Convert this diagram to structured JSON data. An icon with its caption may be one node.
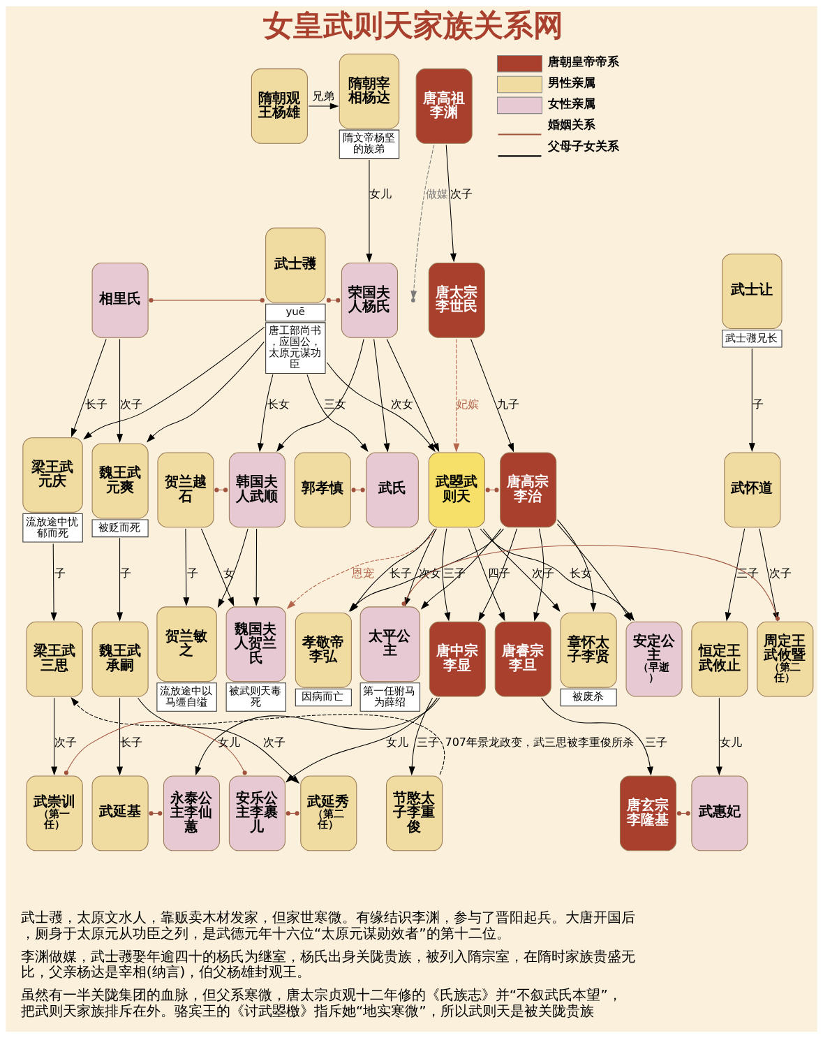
{
  "diagram": {
    "title": "女皇武则天家族关系网",
    "nodes": [
      {
        "text": [
          "隋朝观王杨雄"
        ]
      },
      {
        "text": [
          "隋朝宰相杨达"
        ],
        "beside": [
          "隋文帝杨坚的族弟"
        ]
      },
      {
        "text": [
          "唐高祖李渊"
        ]
      },
      {
        "text": [
          "相里氏"
        ]
      },
      {
        "text": [
          "武士彟"
        ],
        "beside": [
          "yuē",
          "唐工部尚书，应国公，太原元谋功臣"
        ]
      },
      {
        "text": [
          "荣国夫人杨氏"
        ]
      },
      {
        "text": [
          "唐太宗李世民"
        ]
      },
      {
        "text": [
          "武士让"
        ],
        "beside": [
          "武士彟兄长"
        ]
      },
      {
        "text": [
          "梁王武元庆"
        ],
        "beside": [
          "流放途中忧郁而死"
        ]
      },
      {
        "text": [
          "魏王武元爽"
        ],
        "beside": [
          "被贬而死"
        ]
      },
      {
        "text": [
          "贺兰越石"
        ]
      },
      {
        "text": [
          "韩国夫人武顺"
        ]
      },
      {
        "text": [
          "郭孝慎"
        ]
      },
      {
        "text": [
          "武氏"
        ]
      },
      {
        "text": [
          "武曌武则天"
        ]
      },
      {
        "text": [
          "唐高宗李治"
        ]
      },
      {
        "text": [
          "武怀道"
        ]
      },
      {
        "text": [
          "梁王武三思"
        ]
      },
      {
        "text": [
          "魏王武承嗣"
        ]
      },
      {
        "text": [
          "贺兰敏之"
        ],
        "beside": [
          "流放途中以马缰自缢"
        ]
      },
      {
        "text": [
          "魏国夫人贺兰氏"
        ],
        "beside": [
          "被武则天毒死"
        ]
      },
      {
        "text": [
          "孝敬帝李弘"
        ],
        "beside": [
          "因病而亡"
        ]
      },
      {
        "text": [
          "章怀太子李贤"
        ],
        "beside": [
          "被废杀"
        ]
      },
      {
        "text": [
          "唐中宗李显"
        ]
      },
      {
        "text": [
          "唐睿宗李旦"
        ]
      },
      {
        "text": [
          "安定公主",
          "（早逝）"
        ]
      },
      {
        "text": [
          "太平公主"
        ],
        "beside": [
          "第一任驸马为薛绍"
        ]
      },
      {
        "text": [
          "周定王武攸暨",
          "（第二任）"
        ]
      },
      {
        "text": [
          "恒定王武攸止"
        ]
      },
      {
        "text": [
          "武延基"
        ]
      },
      {
        "text": [
          "永泰公主李仙蕙"
        ]
      },
      {
        "text": [
          "武崇训",
          "（第一任）"
        ]
      },
      {
        "text": [
          "安乐公主李裹儿"
        ]
      },
      {
        "text": [
          "武延秀",
          "（第二任）"
        ]
      },
      {
        "text": [
          "节愍太子李重俊"
        ]
      },
      {
        "text": [
          "唐玄宗李隆基"
        ]
      },
      {
        "text": [
          "武惠妃"
        ]
      }
    ],
    "edges": [
      {
        "from": 0,
        "to": 1,
        "arrow": "to",
        "label": "兄弟"
      },
      {
        "from": 1,
        "to": 5,
        "arrow": "to",
        "label": "女儿"
      },
      {
        "from": 2,
        "to": 6,
        "arrow": "to",
        "label": "次子"
      },
      {
        "from": 3,
        "to": 4,
        "arrow": "other",
        "color": "#a0523d"
      },
      {
        "from": 4,
        "to": 5,
        "arrow": "other",
        "color": "#a0523d"
      },
      {
        "from": 2,
        "to": null,
        "arrow": "to",
        "style": "dashed",
        "color": "#7a7a7a",
        "label": "做媒"
      },
      {
        "from": 6,
        "to": 14,
        "arrow": "to",
        "style": "dashed",
        "color": "#b5654a",
        "label": "妃嫔"
      },
      {
        "from": 6,
        "to": 15,
        "arrow": "to",
        "label": "九子"
      },
      {
        "from": 3,
        "to": 8,
        "arrow": "to",
        "label": "长子"
      },
      {
        "from": 4,
        "to": 8,
        "arrow": "to"
      },
      {
        "from": 3,
        "to": 9,
        "arrow": "to",
        "label": "次子"
      },
      {
        "from": 4,
        "to": 9,
        "arrow": "to"
      },
      {
        "from": 4,
        "to": 11,
        "arrow": "to",
        "label": "长女"
      },
      {
        "from": 5,
        "to": 11,
        "arrow": "to"
      },
      {
        "from": 4,
        "to": 13,
        "arrow": "to",
        "label": "三女"
      },
      {
        "from": 5,
        "to": 13,
        "arrow": "to"
      },
      {
        "from": 4,
        "to": 14,
        "arrow": "to",
        "label": "次女"
      },
      {
        "from": 5,
        "to": 14,
        "arrow": "to"
      },
      {
        "from": 7,
        "to": 16,
        "arrow": "to",
        "label": "子"
      },
      {
        "from": 10,
        "to": 11,
        "arrow": "other",
        "color": "#a0523d"
      },
      {
        "from": 12,
        "to": 13,
        "arrow": "other",
        "color": "#a0523d"
      },
      {
        "from": 14,
        "to": 15,
        "arrow": "other",
        "color": "#a0523d"
      },
      {
        "from": 8,
        "to": 17,
        "arrow": "to",
        "label": "子"
      },
      {
        "from": 9,
        "to": 18,
        "arrow": "to",
        "label": "子"
      },
      {
        "from": 10,
        "to": 19,
        "arrow": "to",
        "label": "子"
      },
      {
        "from": 11,
        "to": 19,
        "arrow": "to"
      },
      {
        "from": 10,
        "to": 20,
        "arrow": "to",
        "label": "女"
      },
      {
        "from": 11,
        "to": 20,
        "arrow": "to"
      },
      {
        "from": 14,
        "to": 20,
        "arrow": "to",
        "style": "dashed",
        "color": "#b5654a",
        "label": "恩宠"
      },
      {
        "from": 14,
        "to": 21,
        "arrow": "to",
        "label": "长子"
      },
      {
        "from": 15,
        "to": 21,
        "arrow": "to"
      },
      {
        "from": 14,
        "to": 22,
        "arrow": "to",
        "label": "次子"
      },
      {
        "from": 15,
        "to": 22,
        "arrow": "to"
      },
      {
        "from": 14,
        "to": 23,
        "arrow": "to",
        "label": "三子"
      },
      {
        "from": 15,
        "to": 23,
        "arrow": "to"
      },
      {
        "from": 14,
        "to": 24,
        "arrow": "to",
        "label": "四子"
      },
      {
        "from": 15,
        "to": 24,
        "arrow": "to"
      },
      {
        "from": 14,
        "to": 25,
        "arrow": "to",
        "label": "长女"
      },
      {
        "from": 15,
        "to": 25,
        "arrow": "to"
      },
      {
        "from": 14,
        "to": 26,
        "arrow": "to",
        "label": "次女"
      },
      {
        "from": 15,
        "to": 26,
        "arrow": "to"
      },
      {
        "from": 16,
        "to": 27,
        "arrow": "to",
        "label": "次子"
      },
      {
        "from": 16,
        "to": 28,
        "arrow": "to",
        "label": "三子"
      },
      {
        "from": 26,
        "to": 27,
        "arrow": "other",
        "color": "#a0523d"
      },
      {
        "from": 18,
        "to": 29,
        "arrow": "to",
        "label": "长子"
      },
      {
        "from": 23,
        "to": 30,
        "arrow": "to",
        "label": "女儿"
      },
      {
        "from": 17,
        "to": 31,
        "arrow": "to",
        "label": "次子"
      },
      {
        "from": 23,
        "to": 32,
        "arrow": "to",
        "label": "女儿"
      },
      {
        "from": 18,
        "to": 33,
        "arrow": "to",
        "label": "次子"
      },
      {
        "from": 23,
        "to": 34,
        "arrow": "to",
        "label": "三子"
      },
      {
        "from": 24,
        "to": 35,
        "arrow": "to",
        "label": "三子"
      },
      {
        "from": 28,
        "to": 36,
        "arrow": "to",
        "label": "女儿"
      },
      {
        "from": 29,
        "to": 30,
        "arrow": "other",
        "color": "#a0523d"
      },
      {
        "from": 31,
        "to": 32,
        "arrow": "other",
        "color": "#a0523d"
      },
      {
        "from": 32,
        "to": 33,
        "arrow": "other",
        "color": "#a0523d"
      },
      {
        "from": 35,
        "to": 36,
        "arrow": "other",
        "color": "#a0523d"
      },
      {
        "from": 34,
        "to": 17,
        "arrow": "to",
        "style": "dashed",
        "label": "707年景龙政变，武三思被李重俊所杀"
      }
    ],
    "labels": [
      "武士彟，太原文水人，靠贩卖木材发家，但家世寒微。有缘结识李渊，参与了晋阳起兵。大唐开国后，厕身于太原元从功臣之列，是武德元年十六位“太原元谋勋效者”的第十二位。",
      "李渊做媒，武士彟娶年逾四十的杨氏为继室，杨氏出身关陇贵族，被列入隋宗室，在隋时家族贵盛无比，父亲杨达是宰相(纳言)，伯父杨雄封观王。",
      "虽然有一半关陇集团的血脉，但父系寒微，唐太宗贞观十二年修的《氏族志》并“不叙武氏本望”，把武则天家族排斥在外。骆宾王的《讨武曌檄》指斥她“地实寒微”，所以武则天是被关陇贵族"
    ],
    "legend": [
      {
        "text": "唐朝皇帝帝系",
        "color": "#a8402d"
      },
      {
        "text": "男性亲属",
        "color": "#f0dca0"
      },
      {
        "text": "女性亲属",
        "color": "#e6c9d2"
      },
      {
        "text": "婚姻关系"
      },
      {
        "text": "父母子女关系"
      }
    ]
  }
}
